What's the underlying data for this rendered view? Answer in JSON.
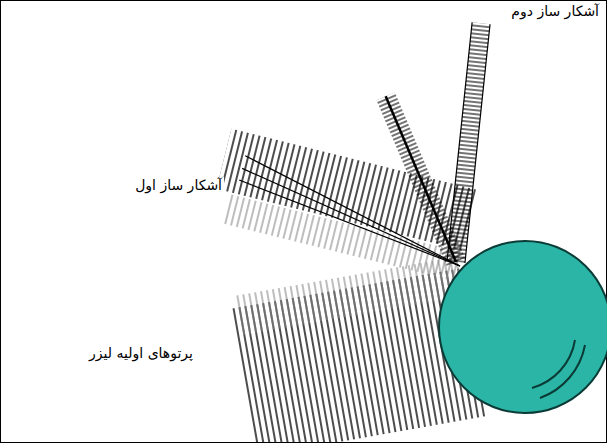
{
  "diagram": {
    "labels": [
      "آشکار ساز دوم",
      "آشکار ساز اول",
      "پرتوهای اولیه لیزر"
    ]
  }
}
